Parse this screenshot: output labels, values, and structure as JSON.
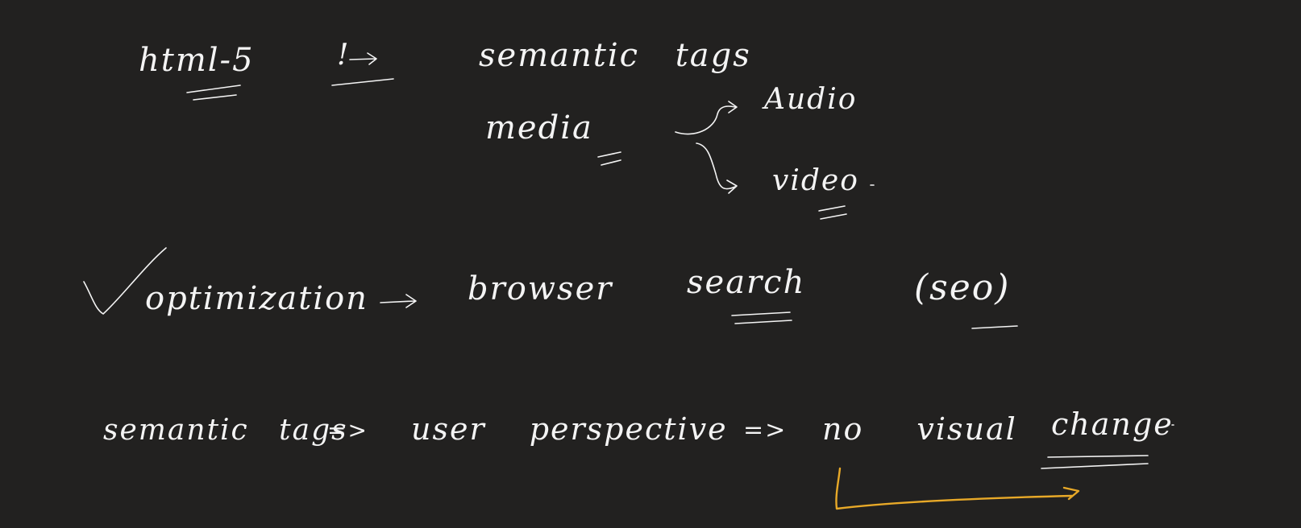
{
  "notes": {
    "line1": {
      "html5": "html-5",
      "marker": "!",
      "semantic_tags": "semantic tags"
    },
    "media": {
      "label": "media",
      "audio": "Audio",
      "video": "video"
    },
    "line2": {
      "optimization": "optimization",
      "browser": "browser",
      "search": "search",
      "seo": "(seo)"
    },
    "line3": {
      "semantic_tags": "semantic tags",
      "arrow1": "=>",
      "user_perspective": "user perspective",
      "arrow2": "=>",
      "no_visual_change": "no visual",
      "change": "change"
    }
  },
  "colors": {
    "background": "#222120",
    "ink": "#f4f4f4",
    "highlight": "#e8a928"
  }
}
